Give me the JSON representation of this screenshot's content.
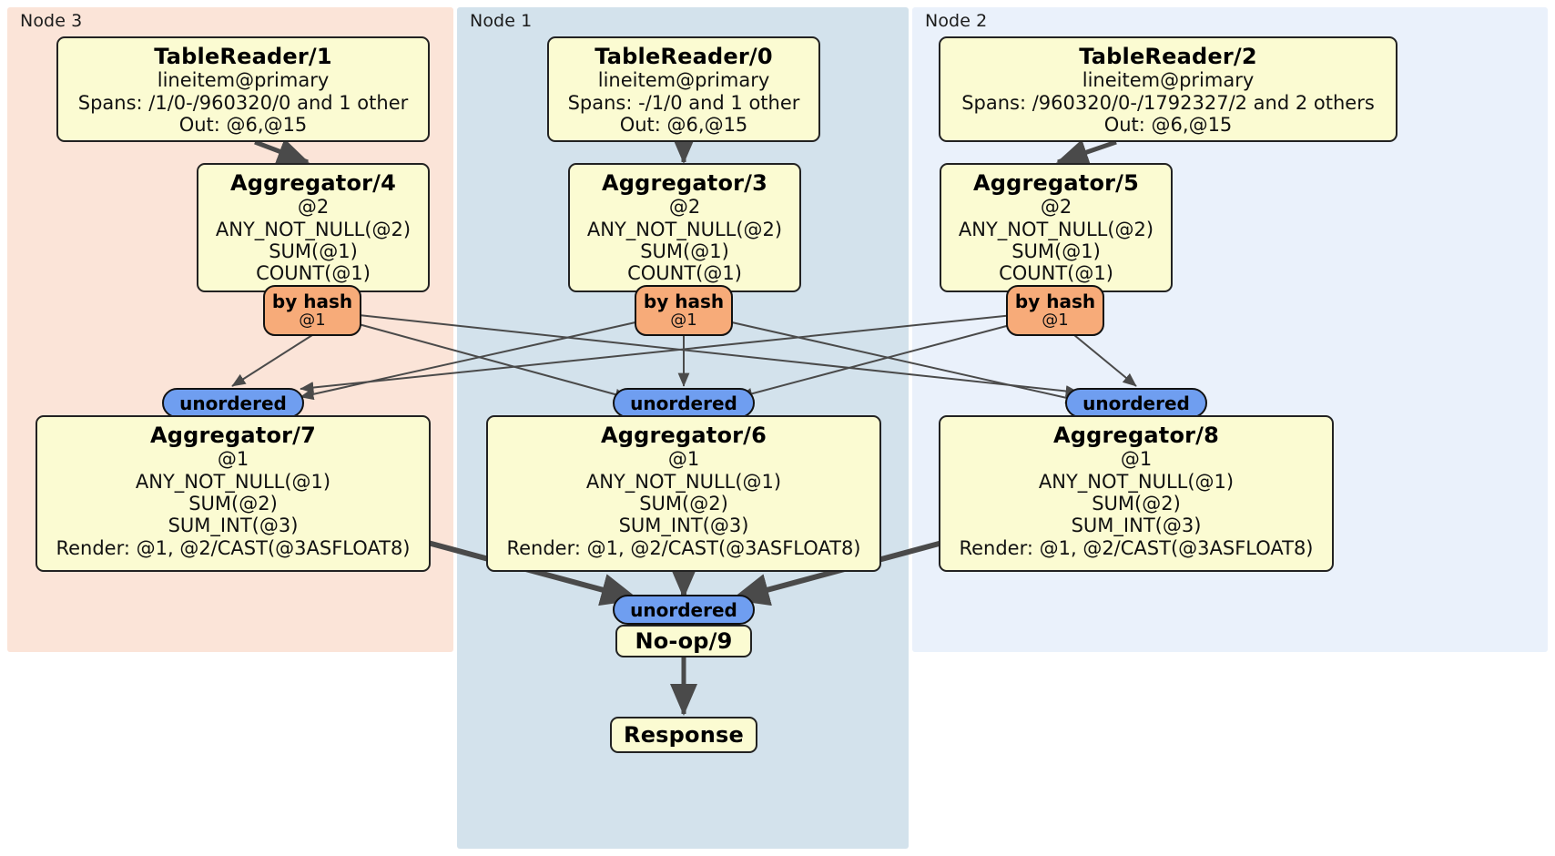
{
  "diagram": {
    "type": "distributed-query-plan",
    "nodes": [
      {
        "id": "node3",
        "label": "Node 3",
        "color": "#fbe4d8"
      },
      {
        "id": "node1",
        "label": "Node 1",
        "color": "#d3e2ec"
      },
      {
        "id": "node2",
        "label": "Node 2",
        "color": "#eaf1fb"
      }
    ],
    "processors": [
      {
        "id": "tablereader1",
        "title": "TableReader/1",
        "lines": [
          "lineitem@primary",
          "Spans: /1/0-/960320/0 and 1 other",
          "Out: @6,@15"
        ]
      },
      {
        "id": "tablereader0",
        "title": "TableReader/0",
        "lines": [
          "lineitem@primary",
          "Spans: -/1/0 and 1 other",
          "Out: @6,@15"
        ]
      },
      {
        "id": "tablereader2",
        "title": "TableReader/2",
        "lines": [
          "lineitem@primary",
          "Spans: /960320/0-/1792327/2 and 2 others",
          "Out: @6,@15"
        ]
      },
      {
        "id": "aggregator4",
        "title": "Aggregator/4",
        "lines": [
          "@2",
          "ANY_NOT_NULL(@2)",
          "SUM(@1)",
          "COUNT(@1)"
        ]
      },
      {
        "id": "aggregator3",
        "title": "Aggregator/3",
        "lines": [
          "@2",
          "ANY_NOT_NULL(@2)",
          "SUM(@1)",
          "COUNT(@1)"
        ]
      },
      {
        "id": "aggregator5",
        "title": "Aggregator/5",
        "lines": [
          "@2",
          "ANY_NOT_NULL(@2)",
          "SUM(@1)",
          "COUNT(@1)"
        ]
      },
      {
        "id": "aggregator7",
        "title": "Aggregator/7",
        "lines": [
          "@1",
          "ANY_NOT_NULL(@1)",
          "SUM(@2)",
          "SUM_INT(@3)",
          "Render: @1, @2/CAST(@3ASFLOAT8)"
        ]
      },
      {
        "id": "aggregator6",
        "title": "Aggregator/6",
        "lines": [
          "@1",
          "ANY_NOT_NULL(@1)",
          "SUM(@2)",
          "SUM_INT(@3)",
          "Render: @1, @2/CAST(@3ASFLOAT8)"
        ]
      },
      {
        "id": "aggregator8",
        "title": "Aggregator/8",
        "lines": [
          "@1",
          "ANY_NOT_NULL(@1)",
          "SUM(@2)",
          "SUM_INT(@3)",
          "Render: @1, @2/CAST(@3ASFLOAT8)"
        ]
      },
      {
        "id": "noop9",
        "title": "No-op/9",
        "lines": []
      },
      {
        "id": "response",
        "title": "Response",
        "lines": []
      }
    ],
    "routers": [
      {
        "id": "hash-left",
        "label": "by hash",
        "sublabel": "@1"
      },
      {
        "id": "hash-center",
        "label": "by hash",
        "sublabel": "@1"
      },
      {
        "id": "hash-right",
        "label": "by hash",
        "sublabel": "@1"
      }
    ],
    "synchronizers": [
      {
        "id": "sync-left",
        "label": "unordered"
      },
      {
        "id": "sync-center",
        "label": "unordered"
      },
      {
        "id": "sync-right",
        "label": "unordered"
      },
      {
        "id": "sync-final",
        "label": "unordered"
      }
    ],
    "colors": {
      "node3_bg": "#fbe4d8",
      "node1_bg": "#d3e2ec",
      "node2_bg": "#eaf1fb",
      "processor_bg": "#fbfbd2",
      "processor_border": "#222222",
      "router_bg": "#f7ab79",
      "sync_bg": "#6f9ef0",
      "edge": "#4a4a4a",
      "page_bg": "#ffffff"
    }
  }
}
